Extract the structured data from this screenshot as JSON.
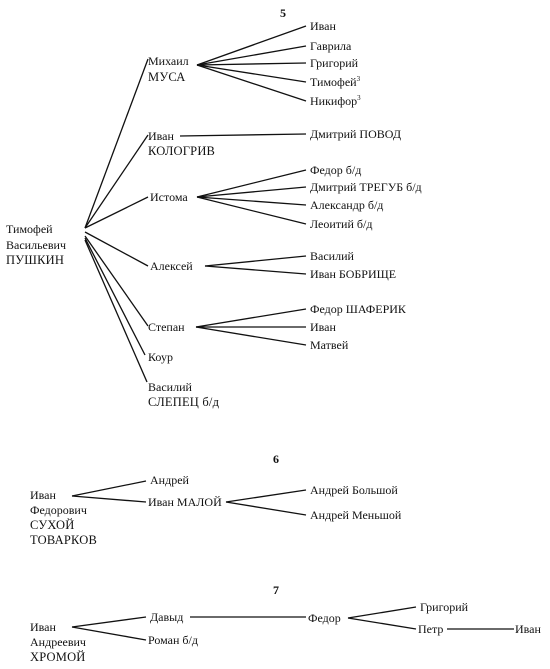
{
  "diagrams": [
    {
      "number": "5",
      "root": [
        "Тимофей",
        "Васильевич",
        "ПУШКИН"
      ],
      "children": [
        {
          "name": [
            "Михаил",
            "МУСА"
          ],
          "children": [
            "Иван",
            "Гаврила",
            "Григорий",
            "Тимофей",
            "Никифор"
          ],
          "superscripts": [
            "",
            "",
            "",
            "3",
            "3"
          ]
        },
        {
          "name": [
            "Иван",
            "КОЛОГРИВ"
          ],
          "children": [
            "Дмитрий ПОВОД"
          ]
        },
        {
          "name": [
            "Истома"
          ],
          "children": [
            "Федор б/д",
            "Дмитрий ТРЕГУБ б/д",
            "Александр б/д",
            "Леоитий б/д"
          ]
        },
        {
          "name": [
            "Алексей"
          ],
          "children": [
            "Василий",
            "Иван БОБРИЩЕ"
          ]
        },
        {
          "name": [
            "Степан"
          ],
          "children": [
            "Федор ШАФЕРИК",
            "Иван",
            "Матвей"
          ]
        },
        {
          "name": [
            "Коур"
          ]
        },
        {
          "name": [
            "Василий",
            "СЛЕПЕЦ б/д"
          ]
        }
      ]
    },
    {
      "number": "6",
      "root": [
        "Иван",
        "Федорович",
        "СУХОЙ",
        "ТОВАРКОВ"
      ],
      "children": [
        {
          "name": [
            "Андрей"
          ]
        },
        {
          "name": [
            "Иван МАЛОЙ"
          ],
          "children": [
            "Андрей Большой",
            "Андрей Меньшой"
          ]
        }
      ]
    },
    {
      "number": "7",
      "root": [
        "Иван",
        "Андреевич",
        "ХРОМОЙ"
      ],
      "children": [
        {
          "name": [
            "Давыд"
          ],
          "children": [
            "Федор"
          ],
          "grandchildren": [
            "Григорий",
            "Петр"
          ],
          "great_grandchild": "Иван"
        },
        {
          "name": [
            "Роман б/д"
          ]
        }
      ]
    }
  ],
  "colors": {
    "ink": "#111111",
    "background": "#ffffff"
  }
}
